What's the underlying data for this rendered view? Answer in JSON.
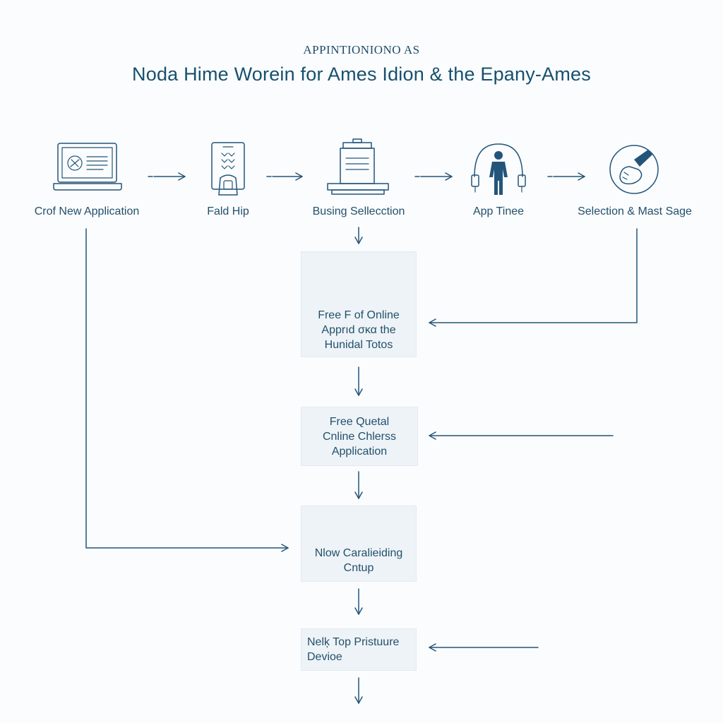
{
  "header": {
    "overline": "APPINTIONIONO AS",
    "title": "Noda Hime Worein for Ames Idion & the Epany-Ames"
  },
  "steps": [
    {
      "label": "Crof New Application",
      "icon": "laptop-icon"
    },
    {
      "label": "Fald Hip",
      "icon": "tablet-icon"
    },
    {
      "label": "Busing Sellecction",
      "icon": "printer-icon"
    },
    {
      "label": "App Tinee",
      "icon": "person-headphones-icon"
    },
    {
      "label": "Selection & Mast Sage",
      "icon": "hand-tool-icon"
    }
  ],
  "boxes": [
    {
      "lines": [
        "Free F of Online",
        "Apprıd σκα the",
        "Hunidal Totos"
      ],
      "icon": "document-screen-icon"
    },
    {
      "lines": [
        "Free Quetal",
        "Cnline Chlerss",
        "Application"
      ]
    },
    {
      "lines": [
        "Nlow Caralieiding",
        "Cntup"
      ],
      "icon": "team-icon"
    },
    {
      "lines": [
        "Nelķ Top Pristuure",
        "Devioe"
      ]
    }
  ],
  "colors": {
    "background": "#fbfcfd",
    "line": "#23557a",
    "box_fill": "#eef3f7",
    "text": "#22506c"
  }
}
